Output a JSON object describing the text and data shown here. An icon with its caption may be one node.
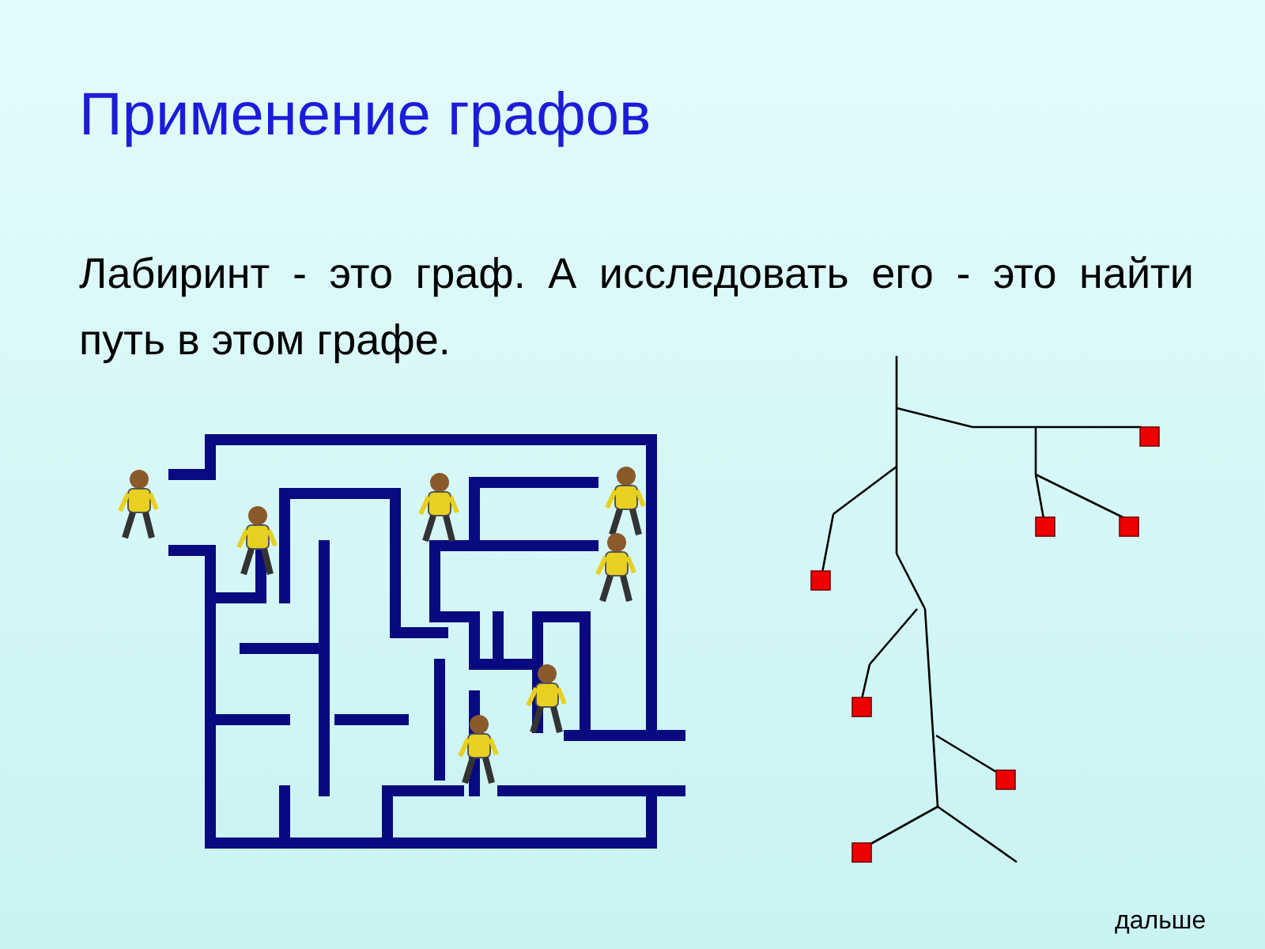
{
  "diagram": {
    "title": "Применение графов",
    "labels": [
      "Лабиринт - это граф. А исследовать его - это найти путь в этом графе.",
      "дальше"
    ]
  }
}
